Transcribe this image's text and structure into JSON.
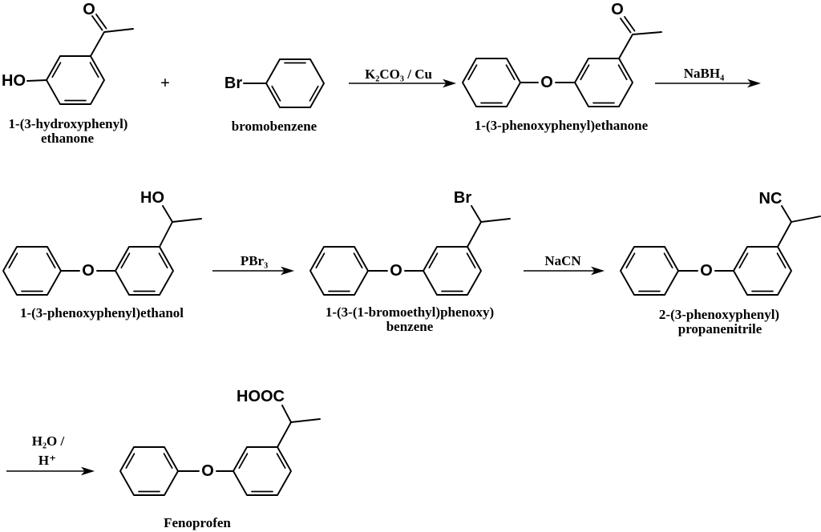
{
  "compounds": {
    "c1": {
      "name_line1": "1-(3-hydroxyphenyl)",
      "name_line2": "ethanone",
      "hydroxyl_label": "HO",
      "carbonyl_o_label": "O"
    },
    "c2": {
      "name": "bromobenzene",
      "bromo_label": "Br"
    },
    "c3": {
      "name": "1-(3-phenoxyphenyl)ethanone",
      "ether_o_label": "O",
      "carbonyl_o_label": "O"
    },
    "c4": {
      "name": "1-(3-phenoxyphenyl)ethanol",
      "ether_o_label": "O",
      "hydroxyl_label": "HO"
    },
    "c5": {
      "name_line1": "1-(3-(1-bromoethyl)phenoxy)",
      "name_line2": "benzene",
      "ether_o_label": "O",
      "bromo_label": "Br"
    },
    "c6": {
      "name_line1": "2-(3-phenoxyphenyl)",
      "name_line2": "propanenitrile",
      "ether_o_label": "O",
      "nitrile_label": "NC"
    },
    "c7": {
      "name": "Fenoprofen",
      "ether_o_label": "O",
      "acid_label": "HOOC"
    }
  },
  "operators": {
    "plus": "+"
  },
  "reagents": {
    "step1": "K₂CO₃ / Cu",
    "step2": "NaBH₄",
    "step3": "PBr₃",
    "step4": "NaCN",
    "step5_line1": "H₂O /",
    "step5_line2": "H⁺"
  },
  "colors": {
    "ink": "#000000",
    "background": "#ffffff"
  }
}
